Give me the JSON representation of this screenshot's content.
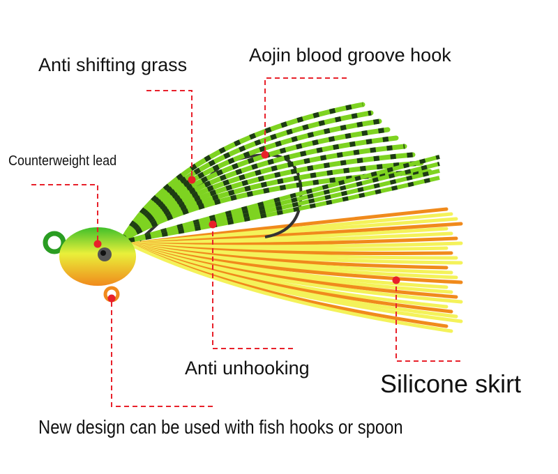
{
  "labels": {
    "anti_shifting_grass": "Anti shifting grass",
    "hook": "Aojin blood groove hook",
    "counterweight": "Counterweight lead",
    "anti_unhooking": "Anti unhooking",
    "skirt": "Silicone skirt",
    "new_design": "New design can be used with fish hooks or spoon"
  },
  "colors": {
    "callout": "#e8202a",
    "green": "#7ed321",
    "yellow": "#f4f25a",
    "orange": "#f08a1c"
  }
}
